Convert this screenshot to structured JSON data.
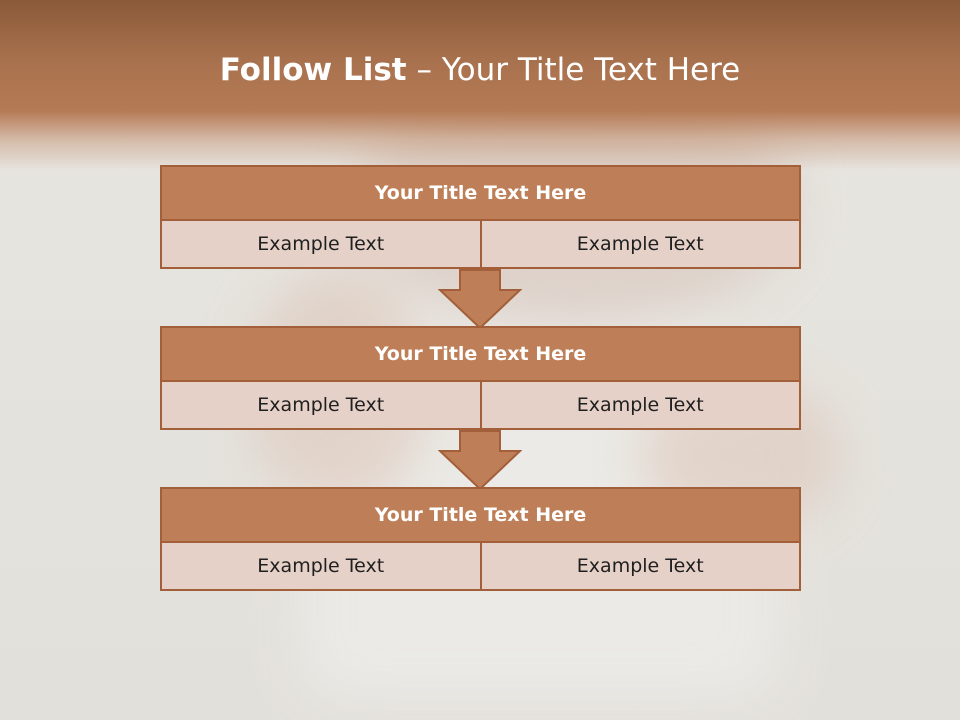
{
  "slide": {
    "title_bold": "Follow List",
    "title_rest": " – Your Title Text Here"
  },
  "blocks": [
    {
      "title": "Your Title Text Here",
      "left": "Example Text",
      "right": "Example Text"
    },
    {
      "title": "Your Title Text Here",
      "left": "Example Text",
      "right": "Example Text"
    },
    {
      "title": "Your Title Text Here",
      "left": "Example Text",
      "right": "Example Text"
    }
  ],
  "colors": {
    "header_band": "#a8714d",
    "block_header": "#be7f58",
    "block_border": "#a25f3a",
    "cell_fill": "#e6d1c8",
    "arrow_fill": "#be7f58"
  },
  "icons": [
    "down-arrow-icon",
    "down-arrow-icon"
  ]
}
